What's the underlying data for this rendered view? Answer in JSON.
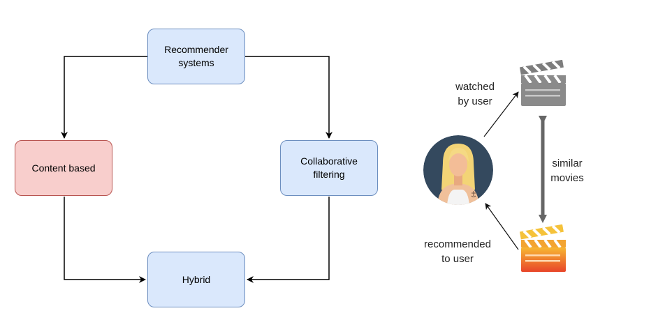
{
  "diagram": {
    "nodes": {
      "recommender": "Recommender\nsystems",
      "content_based": "Content based",
      "collaborative": "Collaborative\nfiltering",
      "hybrid": "Hybrid"
    }
  },
  "illustration": {
    "watched": "watched\nby user",
    "similar": "similar\nmovies",
    "recommended": "recommended\nto user",
    "watched_clapper_color": "#8a8a8a",
    "recommended_clapper_color": "#f07a2a",
    "avatar_bg_color": "#34495e"
  }
}
